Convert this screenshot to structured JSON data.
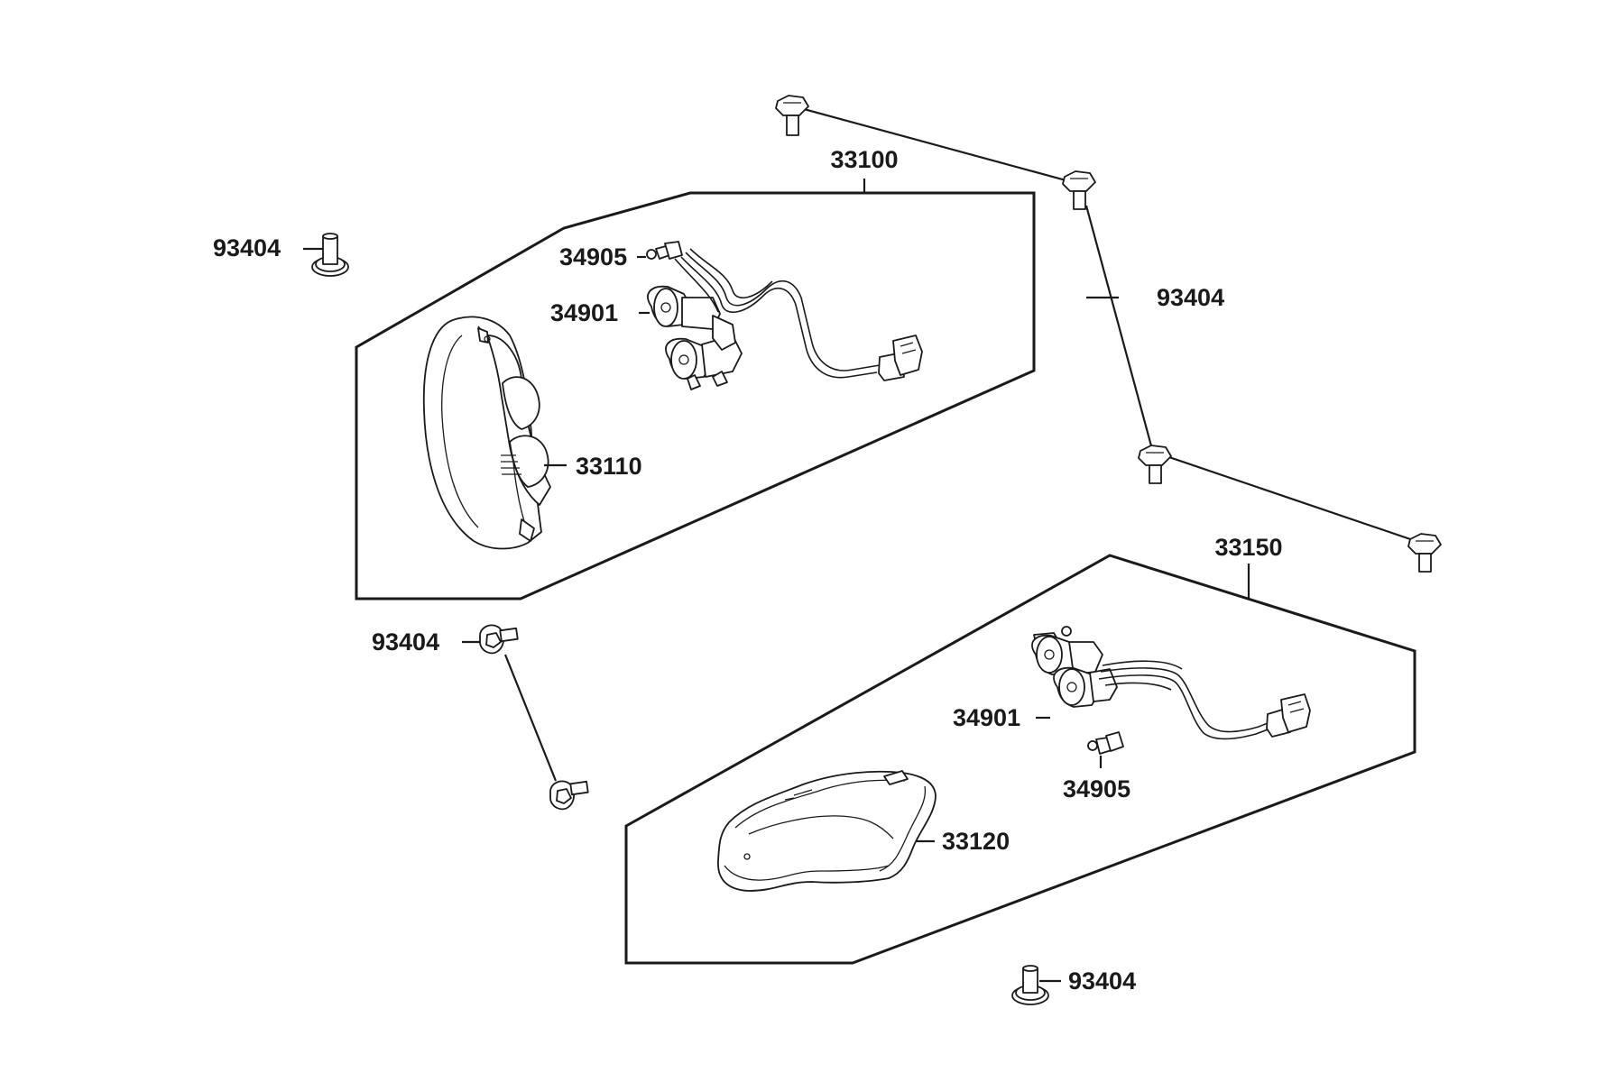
{
  "diagram": {
    "labels": {
      "taillight_assembly": "33100",
      "taillight_lens": "33110",
      "taillight_bulb_small": "34905",
      "taillight_bulb_socket": "34901",
      "headlight_assembly": "33150",
      "headlight_lens": "33120",
      "headlight_bulb_socket": "34901",
      "headlight_bulb_small": "34905",
      "screw_top_left": "93404",
      "screw_right_group": "93404",
      "screw_middle_pair": "93404",
      "screw_bottom": "93404"
    }
  }
}
